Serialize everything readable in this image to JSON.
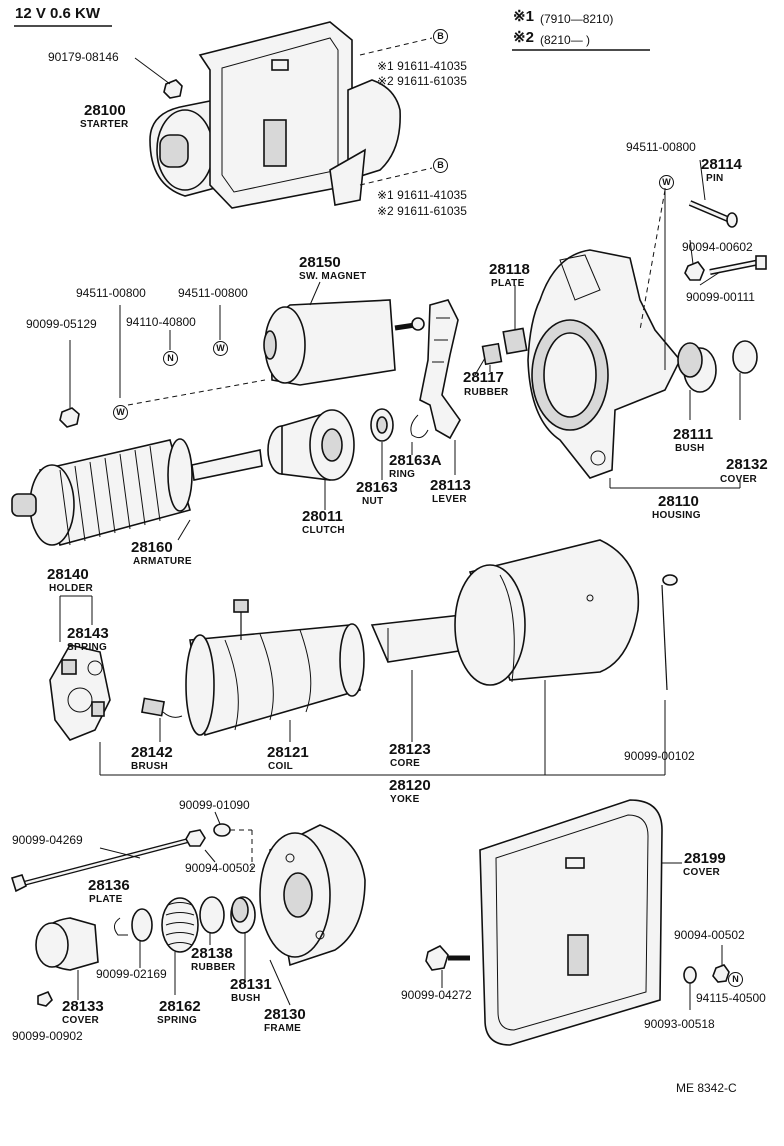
{
  "header": {
    "title": "12 V 0.6 KW",
    "key1": "※1",
    "key1_range": "(7910—8210)",
    "key2": "※2",
    "key2_range": "(8210—       )"
  },
  "circle_letters": {
    "b": "B",
    "w": "W",
    "n": "N"
  },
  "parts": {
    "p90179_08146": "90179-08146",
    "p28100": "28100",
    "p28100_name": "STARTER",
    "b1_line1": "※1 91611-41035",
    "b1_line2": "※2 91611-61035",
    "b2_line1": "※1 91611-41035",
    "b2_line2": "※2 91611-61035",
    "p94511_00800_top": "94511-00800",
    "p28114": "28114",
    "p28114_name": "PIN",
    "p90094_00602": "90094-00602",
    "p90099_00111": "90099-00111",
    "p28150": "28150",
    "p28150_name": "SW. MAGNET",
    "p94511_00800_a": "94511-00800",
    "p94511_00800_b": "94511-00800",
    "p90099_05129": "90099-05129",
    "p94110_40800": "94110-40800",
    "p28118": "28118",
    "p28118_name": "PLATE",
    "p28117": "28117",
    "p28117_name": "RUBBER",
    "p28163A": "28163A",
    "p28163A_name": "RING",
    "p28163": "28163",
    "p28163_name": "NUT",
    "p28113": "28113",
    "p28113_name": "LEVER",
    "p28111": "28111",
    "p28111_name": "BUSH",
    "p28132": "28132",
    "p28132_name": "COVER",
    "p28110": "28110",
    "p28110_name": "HOUSING",
    "p28011": "28011",
    "p28011_name": "CLUTCH",
    "p28160": "28160",
    "p28160_name": "ARMATURE",
    "p28140": "28140",
    "p28140_name": "HOLDER",
    "p28143": "28143",
    "p28143_name": "SPRING",
    "p28142": "28142",
    "p28142_name": "BRUSH",
    "p28121": "28121",
    "p28121_name": "COIL",
    "p28123": "28123",
    "p28123_name": "CORE",
    "p28120": "28120",
    "p28120_name": "YOKE",
    "p90099_00102": "90099-00102",
    "p90099_01090": "90099-01090",
    "p90099_04269": "90099-04269",
    "p90094_00502_a": "90094-00502",
    "p28136": "28136",
    "p28136_name": "PLATE",
    "p90099_02169": "90099-02169",
    "p28138": "28138",
    "p28138_name": "RUBBER",
    "p28131": "28131",
    "p28131_name": "BUSH",
    "p28133": "28133",
    "p28133_name": "COVER",
    "p28162": "28162",
    "p28162_name": "SPRING",
    "p28130": "28130",
    "p28130_name": "FRAME",
    "p90099_00902": "90099-00902",
    "p28199": "28199",
    "p28199_name": "COVER",
    "p90094_00502_b": "90094-00502",
    "p94115_40500": "94115-40500",
    "p90099_04272": "90099-04272",
    "p90093_00518": "90093-00518"
  },
  "footer": {
    "code": "ME  8342-C"
  }
}
